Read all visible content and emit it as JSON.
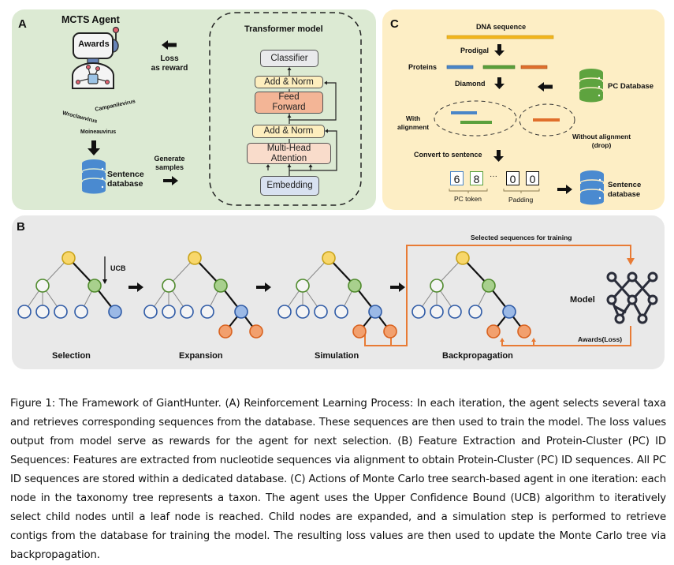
{
  "panel_a": {
    "label": "A",
    "agent_title": "MCTS Agent",
    "agent_screen_text": "Awards",
    "loss_label_line1": "Loss",
    "loss_label_line2": "as reward",
    "taxa": [
      "Campanilevirus",
      "Wroclawvirus",
      "Moineauvirus"
    ],
    "db_label_line1": "Sentence",
    "db_label_line2": "database",
    "generate_line1": "Generate",
    "generate_line2": "samples",
    "transformer": {
      "title": "Transformer model",
      "blocks": {
        "classifier": "Classifier",
        "add_norm_top": "Add & Norm",
        "feed_forward_line1": "Feed",
        "feed_forward_line2": "Forward",
        "add_norm_bottom": "Add & Norm",
        "mha_line1": "Multi-Head",
        "mha_line2": "Attention",
        "embedding": "Embedding"
      }
    }
  },
  "panel_c": {
    "label": "C",
    "dna_label": "DNA sequence",
    "prodigal_label": "Prodigal",
    "proteins_label": "Proteins",
    "diamond_label": "Diamond",
    "pc_db_label": "PC Database",
    "with_alignment_line1": "With",
    "with_alignment_line2": "alignment",
    "without_alignment_line1": "Without alignment",
    "without_alignment_line2": "(drop)",
    "convert_label": "Convert to sentence",
    "tokens": [
      "6",
      "8",
      "0",
      "0"
    ],
    "ellipsis": "···",
    "pc_token_label": "PC token",
    "padding_label": "Padding",
    "db_label_line1": "Sentence",
    "db_label_line2": "database",
    "colors": {
      "dna": "#f2b51d",
      "protein_blue": "#4a86c8",
      "protein_green": "#5aa03c",
      "protein_orange": "#e06f2c",
      "db_green": "#5ea33f",
      "db_blue": "#4a8ad0"
    }
  },
  "panel_b": {
    "label": "B",
    "ucb_label": "UCB",
    "stages": [
      "Selection",
      "Expansion",
      "Simulation",
      "Backpropagation"
    ],
    "selected_label": "Selected sequences for training",
    "model_label": "Model",
    "awards_label": "Awards(Loss)",
    "colors": {
      "root": "#f8d76b",
      "root_stroke": "#c9a319",
      "green": "#a8d08d",
      "green_stroke": "#4f8a2c",
      "blue": "#9bb9e6",
      "blue_stroke": "#2e5aa6",
      "orange": "#f2a06e",
      "orange_stroke": "#d9621f",
      "link": "#e87b35"
    }
  },
  "caption": "Figure 1: The Framework of GiantHunter. (A) Reinforcement Learning Process: In each iteration, the agent selects several taxa and retrieves corresponding sequences from the database. These sequences are then used to train the model. The loss values output from model serve as rewards for the agent for next selection. (B) Feature Extraction and Protein-Cluster (PC) ID Sequences: Features are extracted from nucleotide sequences via alignment to obtain Protein-Cluster (PC) ID sequences. All PC ID sequences are stored within a dedicated database. (C) Actions of Monte Carlo tree search-based agent in one iteration: each node in the taxonomy tree represents a taxon. The agent uses the Upper Confidence Bound (UCB) algorithm to iteratively select child nodes until a leaf node is reached. Child nodes are expanded, and a simulation step is performed to retrieve contigs from the database for training the model. The resulting loss values are then used to update the Monte Carlo tree via backpropagation."
}
